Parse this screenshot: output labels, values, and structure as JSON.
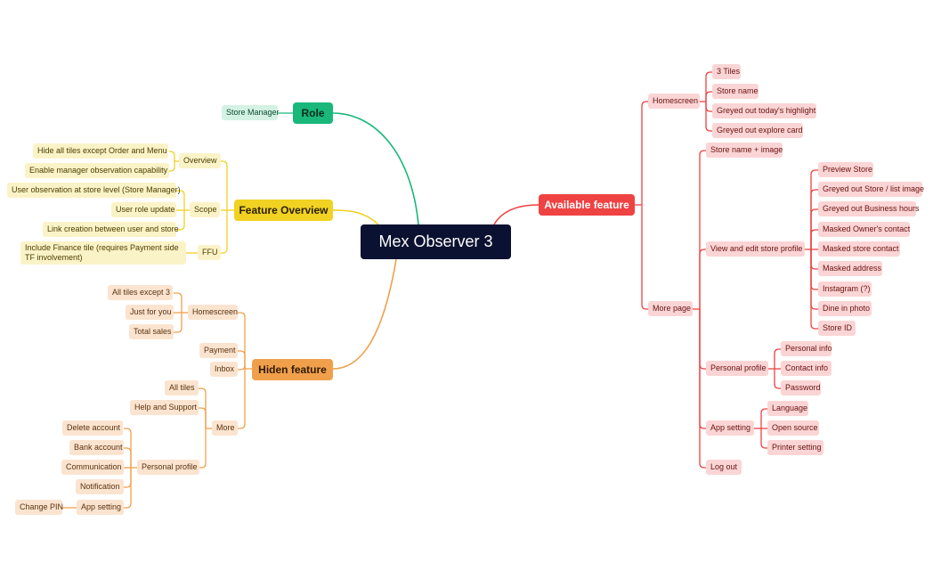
{
  "root": {
    "label": "Mex Observer 3"
  },
  "colors": {
    "root": "#0b1130",
    "role": "#19b77a",
    "role_light": "#d4f2e4",
    "role_text": "#0b4a30",
    "feature_overview": "#f1d122",
    "feature_overview_light": "#fbf3c8",
    "feature_overview_text": "#4a3d00",
    "hiden_feature": "#f0a04b",
    "hiden_feature_light": "#fbe4cf",
    "hiden_feature_text": "#5a3210",
    "available_feature": "#ef4242",
    "available_feature_light": "#fbd5d5",
    "available_feature_text": "#6a1010"
  },
  "branches": {
    "role": {
      "label": "Role",
      "children": [
        {
          "label": "Store Manager"
        }
      ]
    },
    "feature_overview": {
      "label": "Feature Overview",
      "children": [
        {
          "label": "Overview",
          "children": [
            {
              "label": "Hide all tiles except Order and Menu"
            },
            {
              "label": "Enable manager observation capability"
            }
          ]
        },
        {
          "label": "Scope",
          "children": [
            {
              "label": "User observation at store level (Store Manager)"
            },
            {
              "label": "User role update"
            },
            {
              "label": "Link creation between user and store"
            }
          ]
        },
        {
          "label": "FFU",
          "children": [
            {
              "label": "Include Finance tile (requires Payment side TF involvement)"
            }
          ]
        }
      ]
    },
    "hiden_feature": {
      "label": "Hiden feature",
      "children": [
        {
          "label": "Homescreen",
          "children": [
            {
              "label": "All tiles except 3"
            },
            {
              "label": "Just for you"
            },
            {
              "label": "Total sales"
            }
          ]
        },
        {
          "label": "Payment"
        },
        {
          "label": "Inbox"
        },
        {
          "label": "More",
          "children": [
            {
              "label": "All tiles"
            },
            {
              "label": "Help and Support"
            },
            {
              "label": "Personal profile",
              "children": [
                {
                  "label": "Delete account"
                },
                {
                  "label": "Bank account"
                },
                {
                  "label": "Communication"
                },
                {
                  "label": "Notification"
                },
                {
                  "label": "App setting",
                  "children": [
                    {
                      "label": "Change PIN"
                    }
                  ]
                }
              ]
            }
          ]
        }
      ]
    },
    "available_feature": {
      "label": "Available feature",
      "children": [
        {
          "label": "Homescreen",
          "children": [
            {
              "label": "3 Tiles"
            },
            {
              "label": "Store name"
            },
            {
              "label": "Greyed out today's highlight"
            },
            {
              "label": "Greyed out explore card"
            }
          ]
        },
        {
          "label": "More page",
          "children": [
            {
              "label": "Store name + image"
            },
            {
              "label": "View and edit store profile",
              "children": [
                {
                  "label": "Preview Store"
                },
                {
                  "label": "Greyed out Store / list image"
                },
                {
                  "label": "Greyed out Business hours"
                },
                {
                  "label": "Masked Owner's contact"
                },
                {
                  "label": "Masked store contact"
                },
                {
                  "label": "Masked address"
                },
                {
                  "label": "Instagram (?)"
                },
                {
                  "label": "Dine in photo"
                },
                {
                  "label": "Store ID"
                }
              ]
            },
            {
              "label": "Personal profile",
              "children": [
                {
                  "label": "Personal info"
                },
                {
                  "label": "Contact info"
                },
                {
                  "label": "Password"
                }
              ]
            },
            {
              "label": "App setting",
              "children": [
                {
                  "label": "Language"
                },
                {
                  "label": "Open source"
                },
                {
                  "label": "Printer setting"
                }
              ]
            },
            {
              "label": "Log out"
            }
          ]
        }
      ]
    }
  }
}
